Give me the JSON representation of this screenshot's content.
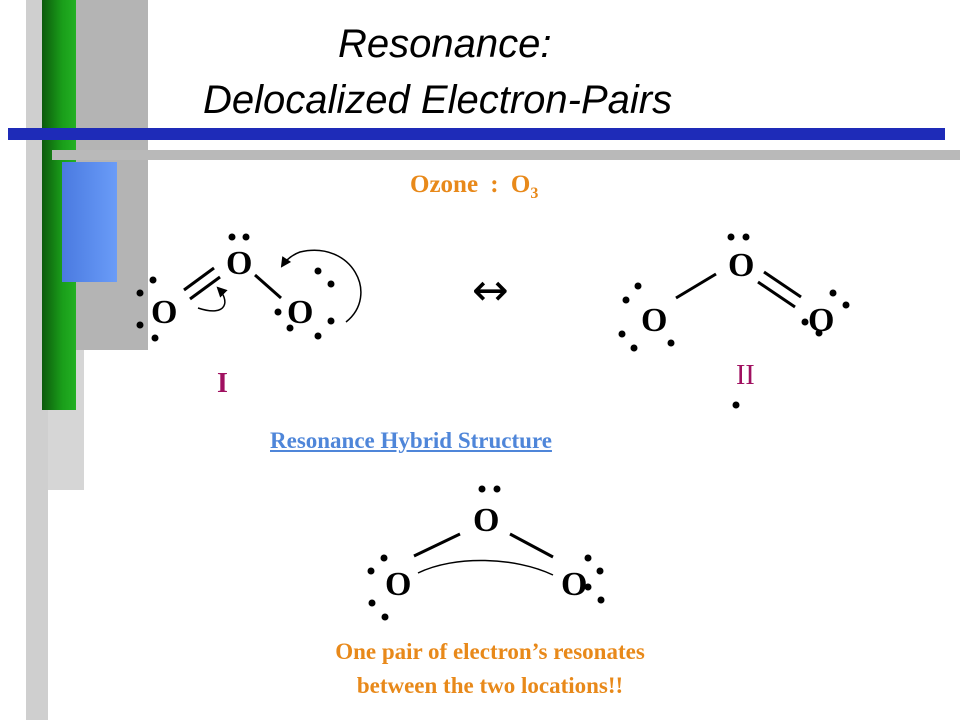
{
  "slide": {
    "title_line1": "Resonance:",
    "title_line2": "Delocalized Electron-Pairs",
    "colors": {
      "accent_blue": "#1e2bb8",
      "bar_green": "#1a9e1a",
      "bar_dark_green": "#0c5a0c",
      "bar_blue": "#5a8cf0",
      "bar_gray": "#c8c8c8",
      "text_orange": "#e8891a",
      "link_blue": "#4f86d9",
      "numeral_magenta": "#a01060"
    }
  },
  "molecule": {
    "name": "Ozone",
    "separator": ":",
    "formula_symbol": "O",
    "formula_subscript": "3"
  },
  "structures": {
    "atom_label": "O",
    "resonance_arrow": "↔",
    "structure_1_label": "I",
    "structure_2_label": "II"
  },
  "hybrid": {
    "title": "Resonance Hybrid Structure",
    "atom_label": "O",
    "caption_line1": "One pair of electron’s resonates",
    "caption_line2": "between the two locations!!"
  }
}
